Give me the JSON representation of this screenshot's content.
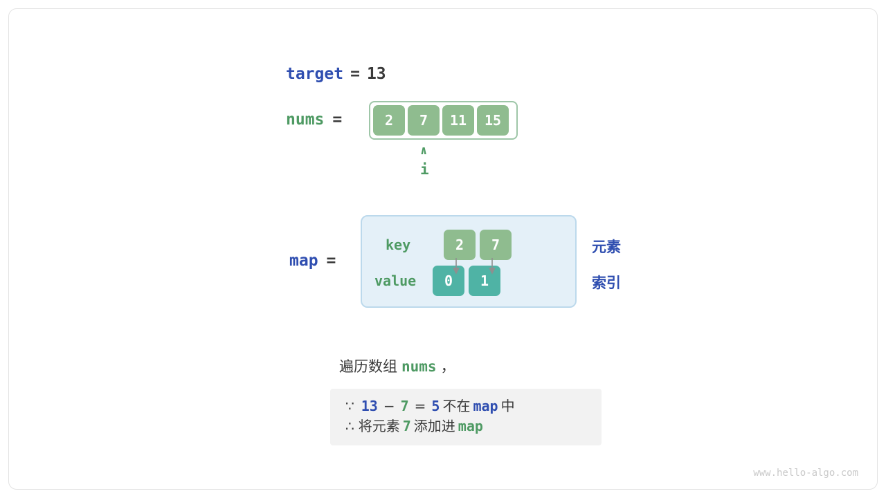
{
  "target": {
    "label": "target",
    "equals": "=",
    "value": "13"
  },
  "nums": {
    "label": "nums",
    "equals": "=",
    "cells": [
      "2",
      "7",
      "11",
      "15"
    ],
    "pointer_caret": "∧",
    "pointer_label": "i"
  },
  "map": {
    "label": "map",
    "equals": "=",
    "key_label": "key",
    "value_label": "value",
    "keys": [
      "2",
      "7"
    ],
    "values": [
      "0",
      "1"
    ],
    "annotation_key": "元素",
    "annotation_value": "索引"
  },
  "caption": {
    "prefix": "遍历数组",
    "code": "nums",
    "suffix": "，"
  },
  "note": {
    "line1": {
      "symbol": "∵",
      "a": "13",
      "minus": "−",
      "b": "7",
      "equals": "=",
      "c": "5",
      "text_mid": "不在",
      "map": "map",
      "text_end": "中"
    },
    "line2": {
      "symbol": "∴",
      "text_start": "将元素",
      "elem": "7",
      "text_mid": "添加进",
      "map": "map"
    }
  },
  "watermark": "www.hello-algo.com",
  "colors": {
    "blue": "#2f4eb0",
    "green": "#4e9a63",
    "cell_green": "#8fbc8f",
    "cell_teal": "#4fb3a5",
    "map_bg": "#e4f0f8",
    "map_border": "#bcd9ec",
    "note_bg": "#f2f2f2"
  }
}
